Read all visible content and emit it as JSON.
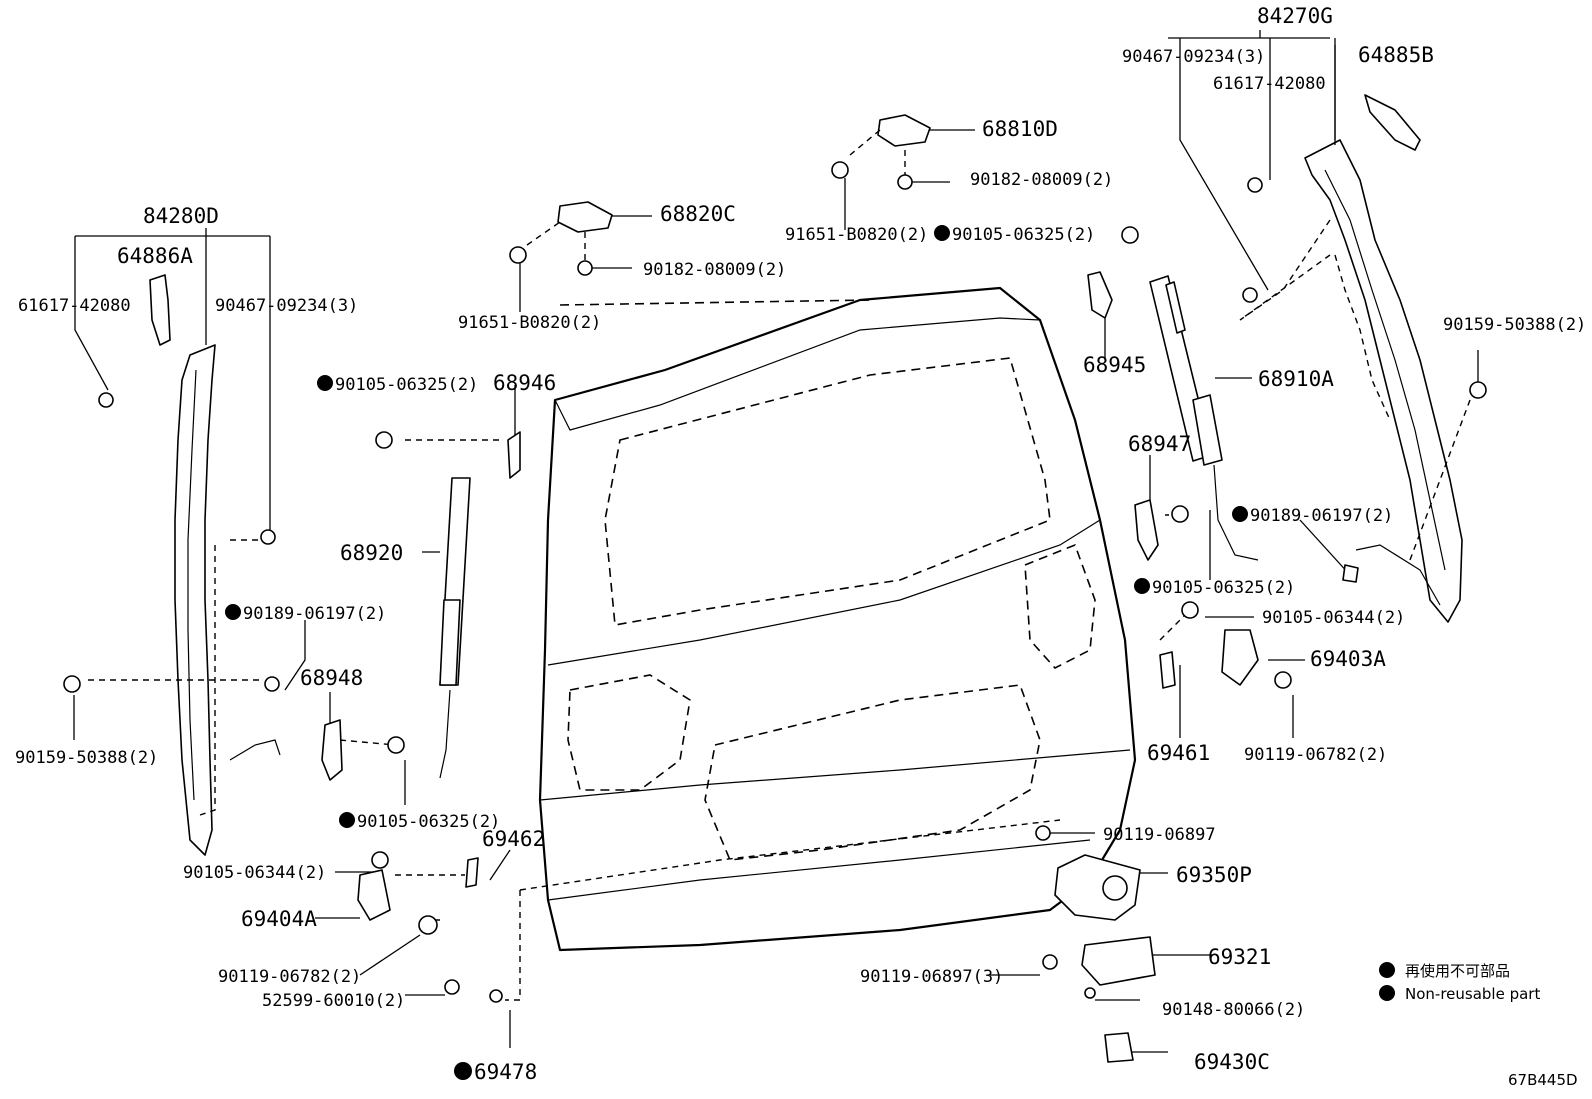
{
  "labels": {
    "p84270G": "84270G",
    "p90467_r": "90467-09234(3)",
    "p64885B": "64885B",
    "p61617_r": "61617-42080",
    "p68810D": "68810D",
    "p90182_top": "90182-08009(2)",
    "p91651_top": "91651-B0820(2)",
    "p90105_top": "90105-06325(2)",
    "p68820C": "68820C",
    "p90182_mid": "90182-08009(2)",
    "p91651_mid": "91651-B0820(2)",
    "p84280D": "84280D",
    "p64886A": "64886A",
    "p61617_l": "61617-42080",
    "p90467_l": "90467-09234(3)",
    "p90159_r": "90159-50388(2)",
    "p68945": "68945",
    "p68910A": "68910A",
    "p90105_l1": "90105-06325(2)",
    "p68946": "68946",
    "p68947": "68947",
    "p90189_r": "90189-06197(2)",
    "p68920": "68920",
    "p90105_r2": "90105-06325(2)",
    "p90189_l": "90189-06197(2)",
    "p90105_06344_r": "90105-06344(2)",
    "p68948": "68948",
    "p69403A": "69403A",
    "p90159_l": "90159-50388(2)",
    "p69461": "69461",
    "p90119_06782_r": "90119-06782(2)",
    "p90105_l2": "90105-06325(2)",
    "p90119_06897": "90119-06897",
    "p69462": "69462",
    "p90105_06344_l": "90105-06344(2)",
    "p69350P": "69350P",
    "p69404A": "69404A",
    "p69321": "69321",
    "p90119_06782_l": "90119-06782(2)",
    "p90119_06897_3": "90119-06897(3)",
    "p52599": "52599-60010(2)",
    "p90148": "90148-80066(2)",
    "p69478": "69478",
    "p69430C": "69430C"
  },
  "legend": {
    "japanese": "再使用不可部品",
    "english": "Non-reusable part"
  },
  "diagram_code": "67B445D"
}
